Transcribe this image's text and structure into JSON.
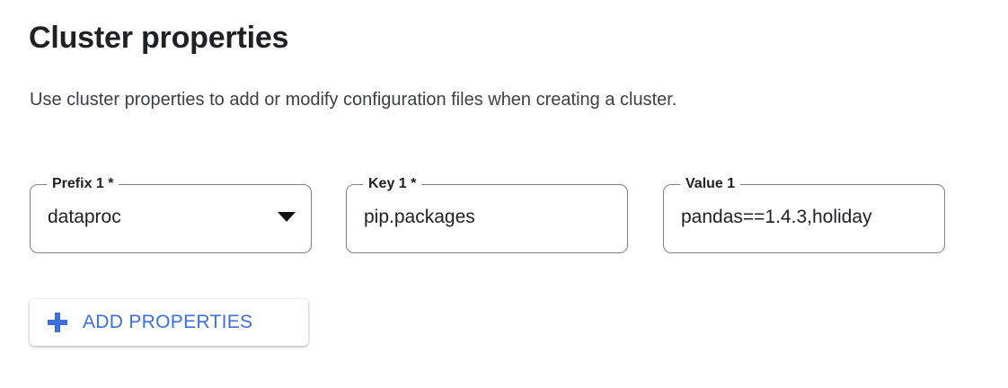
{
  "header": {
    "title": "Cluster properties",
    "description": "Use cluster properties to add or modify configuration files when creating a cluster."
  },
  "form": {
    "fields": [
      {
        "label": "Prefix 1 *",
        "value": "dataproc",
        "type": "select",
        "icon": "chevron-down-icon"
      },
      {
        "label": "Key 1 *",
        "value": "pip.packages",
        "type": "text"
      },
      {
        "label": "Value 1",
        "value": "pandas==1.4.3,holiday",
        "type": "text"
      }
    ]
  },
  "actions": {
    "add_properties_label": "ADD PROPERTIES",
    "add_properties_icon": "plus-icon"
  },
  "colors": {
    "accent": "#3b6fdb",
    "text": "#202124",
    "secondary_text": "#3c4043",
    "field_border": "#7d8285",
    "background": "#ffffff"
  }
}
